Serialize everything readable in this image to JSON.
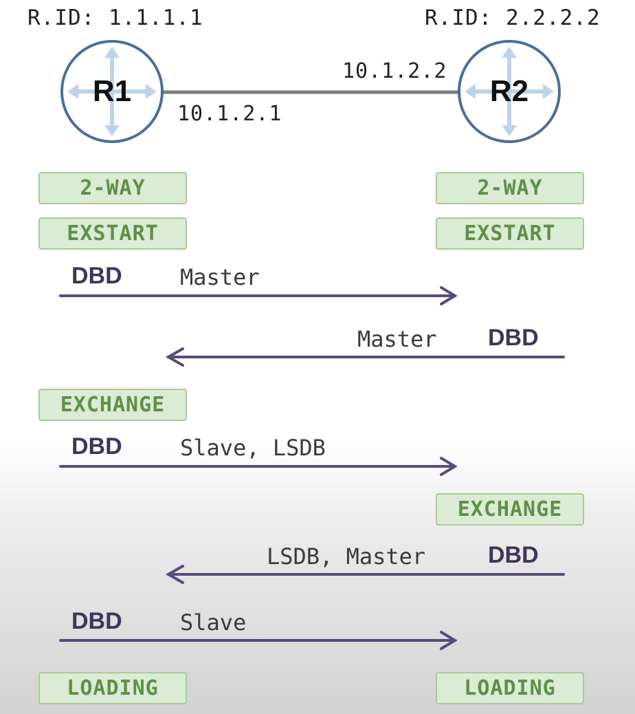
{
  "routers": [
    {
      "label": "R1",
      "rid": "R.ID: 1.1.1.1",
      "ip": "10.1.2.1"
    },
    {
      "label": "R2",
      "rid": "R.ID: 2.2.2.2",
      "ip": "10.1.2.2"
    }
  ],
  "states": {
    "r1": [
      "2-WAY",
      "EXSTART",
      "EXCHANGE",
      "LOADING"
    ],
    "r2": [
      "2-WAY",
      "EXSTART",
      "EXCHANGE",
      "LOADING"
    ]
  },
  "messages": [
    {
      "type": "DBD",
      "note": "Master",
      "direction": "R1->R2"
    },
    {
      "type": "DBD",
      "note": "Master",
      "direction": "R2->R1"
    },
    {
      "type": "DBD",
      "note": "Slave, LSDB",
      "direction": "R1->R2"
    },
    {
      "type": "DBD",
      "note": "LSDB, Master",
      "direction": "R2->R1"
    },
    {
      "type": "DBD",
      "note": "Slave",
      "direction": "R1->R2"
    }
  ],
  "colors": {
    "router_border": "#4a6f98",
    "state_fill": "#dcebd3",
    "state_text": "#5e8f4a",
    "arrow": "#5a4a7a",
    "link": "#7a7a7a"
  }
}
